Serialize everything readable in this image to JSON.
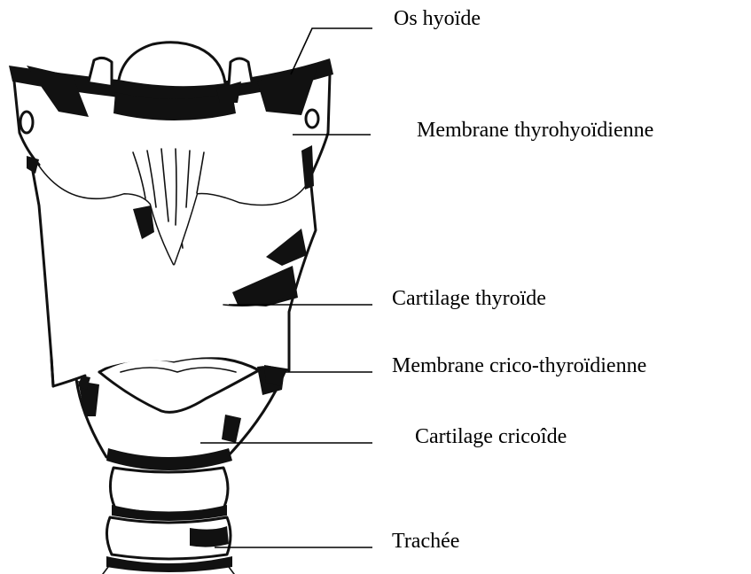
{
  "diagram": {
    "labels": [
      {
        "id": "os-hyoide",
        "text": "Os hyoïde"
      },
      {
        "id": "membrane-thyrohyoidienne",
        "text": "Membrane thyrohyoïdienne"
      },
      {
        "id": "cartilage-thyroide",
        "text": "Cartilage thyroïde"
      },
      {
        "id": "membrane-crico-thyroidienne",
        "text": "Membrane crico-thyroïdienne"
      },
      {
        "id": "cartilage-cricoide",
        "text": "Cartilage cricoîde"
      },
      {
        "id": "trachee",
        "text": "Trachée"
      }
    ]
  }
}
